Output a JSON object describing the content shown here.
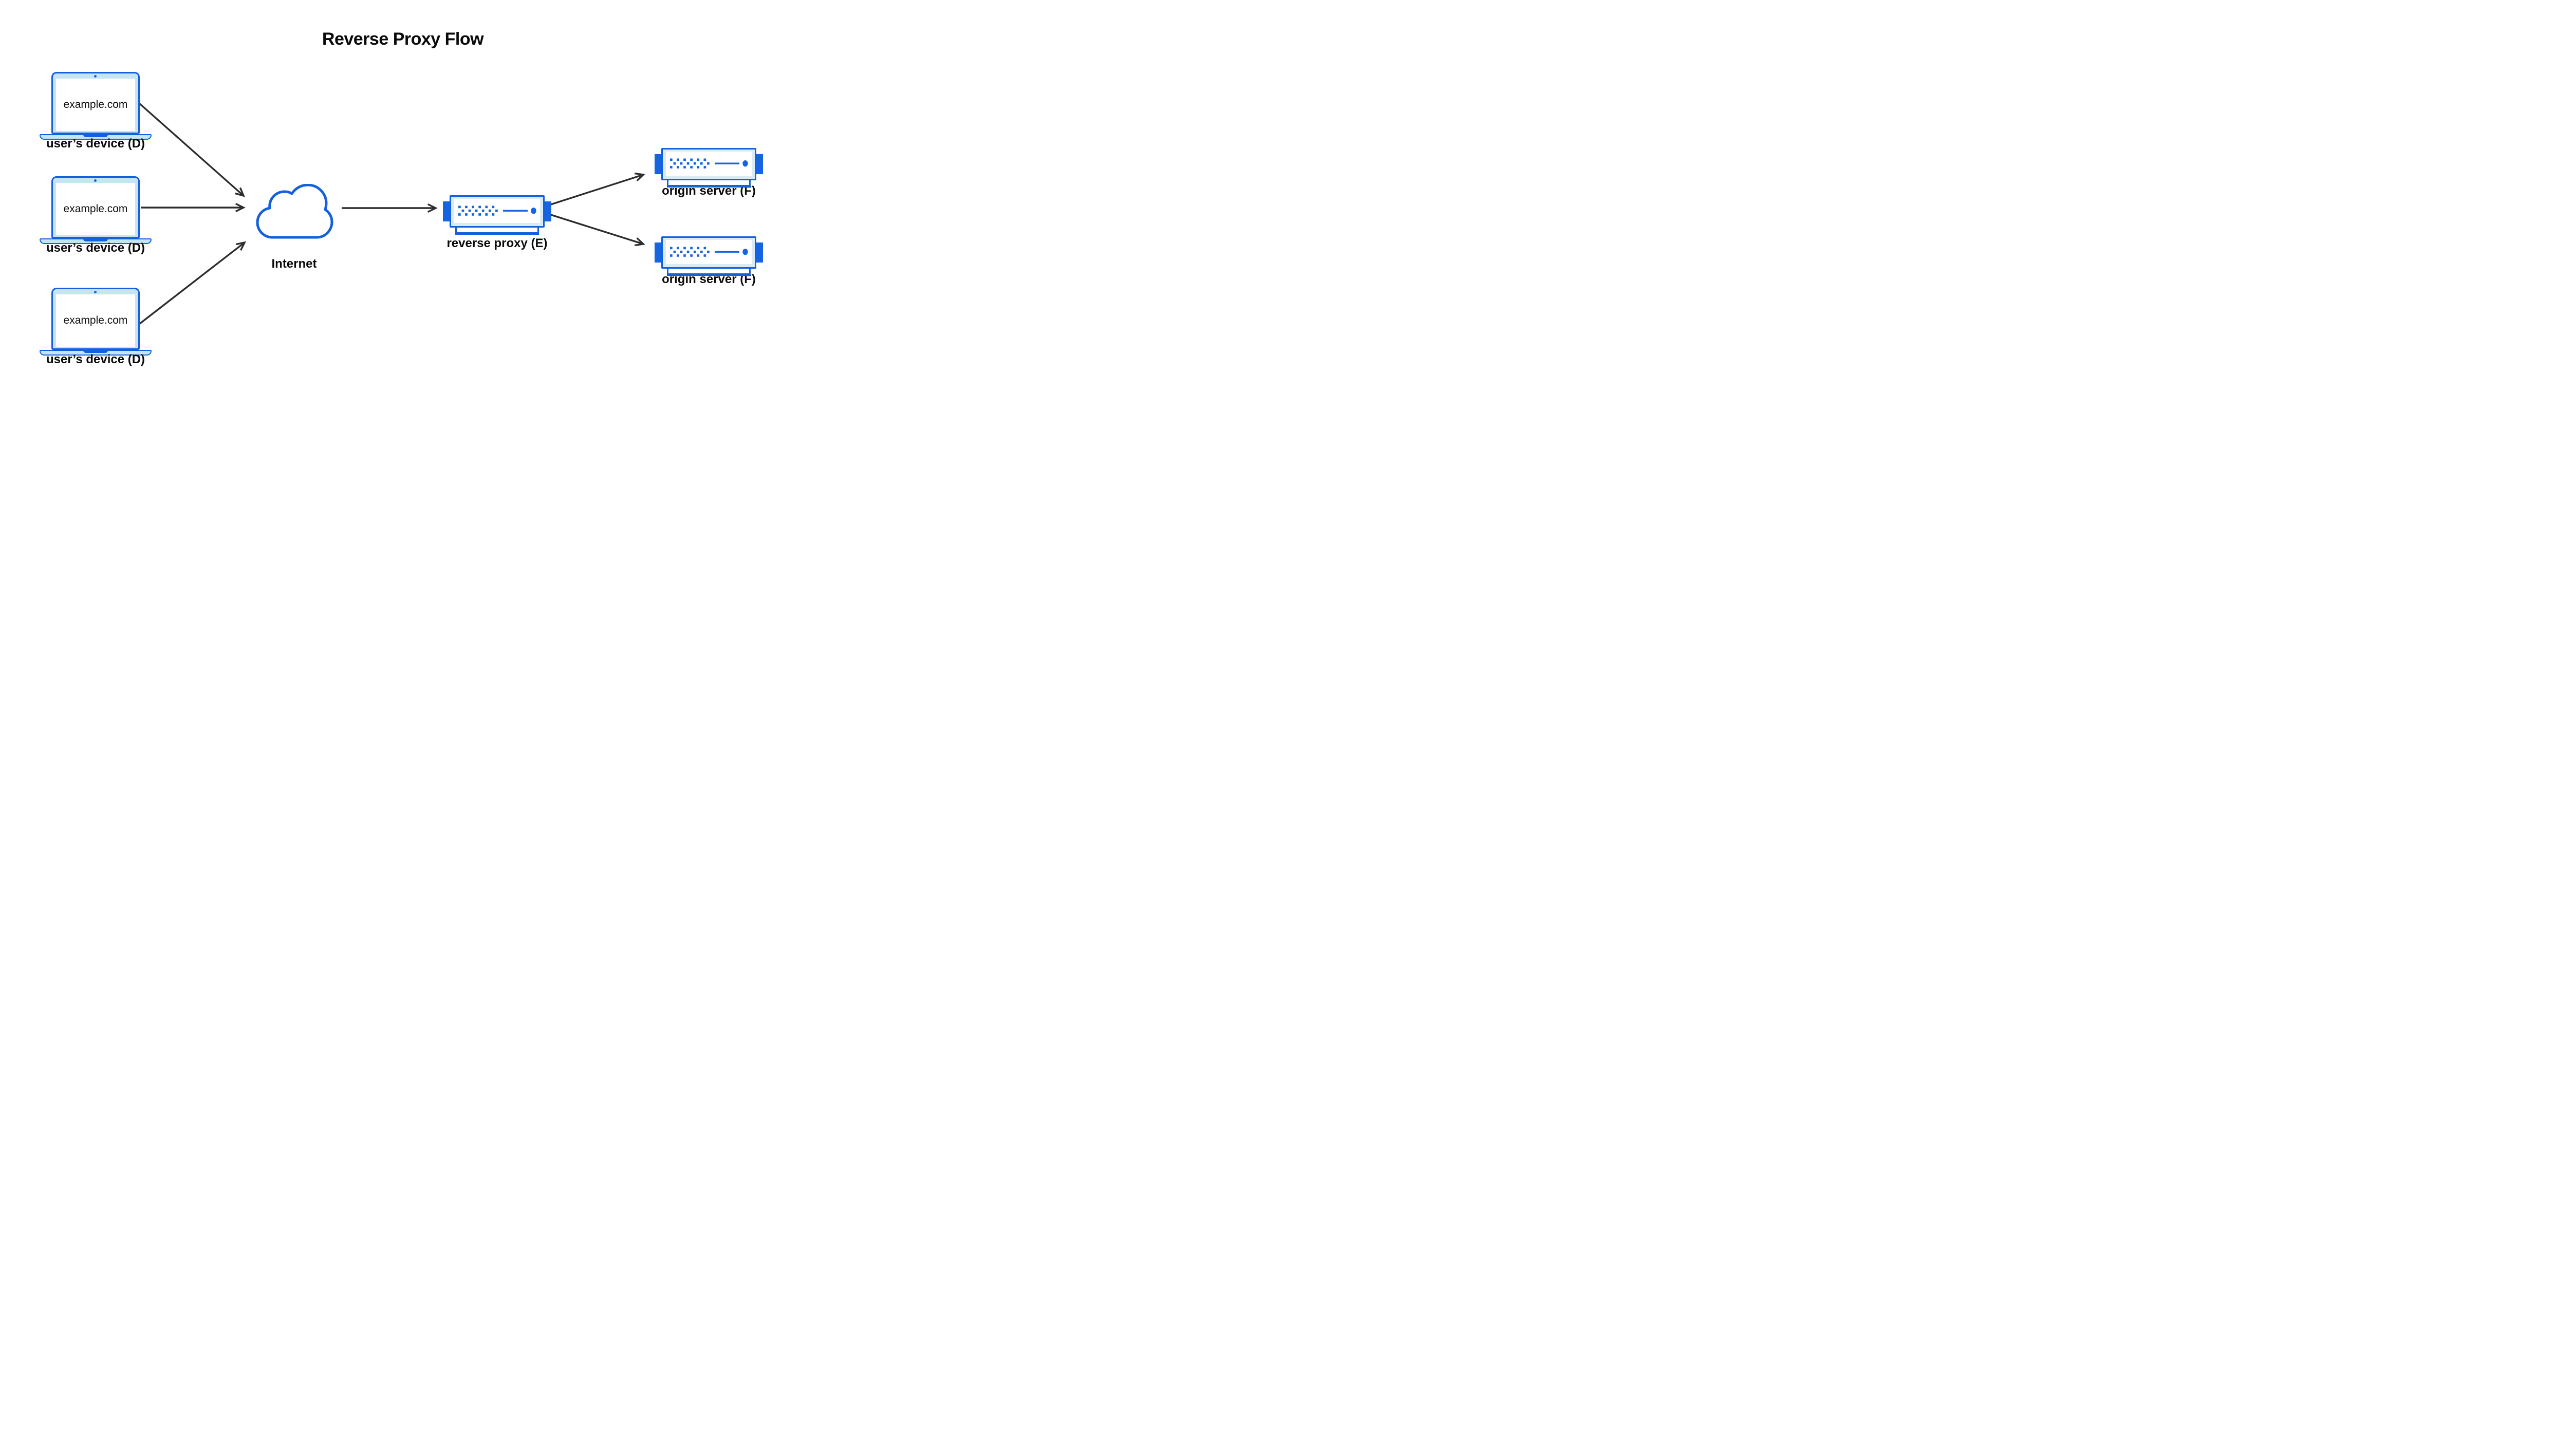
{
  "title": "Reverse Proxy Flow",
  "colors": {
    "stroke_blue": "#1560dd",
    "accent_blue": "#1565e2",
    "laptop_fill": "#c7e5f1",
    "server_fill": "#d9ebf5",
    "arrow": "#2d2d2d",
    "text": "#0a0a0a"
  },
  "devices": [
    {
      "label": "user’s device (D)",
      "screen_text": "example.com"
    },
    {
      "label": "user’s device (D)",
      "screen_text": "example.com"
    },
    {
      "label": "user’s device (D)",
      "screen_text": "example.com"
    }
  ],
  "internet": {
    "label": "Internet"
  },
  "reverse_proxy": {
    "label": "reverse proxy (E)"
  },
  "origin_servers": [
    {
      "label": "origin server (F)"
    },
    {
      "label": "origin server (F)"
    }
  ]
}
